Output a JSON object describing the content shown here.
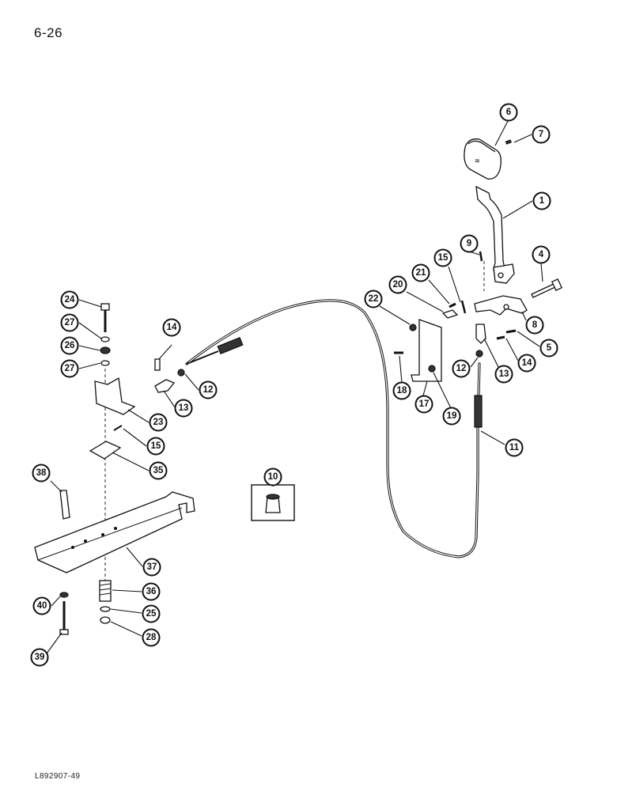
{
  "page": {
    "number": "6-26",
    "figure_code": "L892907-49"
  },
  "callouts": [
    {
      "id": "c6",
      "label": "6"
    },
    {
      "id": "c7",
      "label": "7"
    },
    {
      "id": "c1",
      "label": "1"
    },
    {
      "id": "c9",
      "label": "9"
    },
    {
      "id": "c4",
      "label": "4"
    },
    {
      "id": "c15a",
      "label": "15"
    },
    {
      "id": "c21",
      "label": "21"
    },
    {
      "id": "c20",
      "label": "20"
    },
    {
      "id": "c22",
      "label": "22"
    },
    {
      "id": "c8",
      "label": "8"
    },
    {
      "id": "c5",
      "label": "5"
    },
    {
      "id": "c14a",
      "label": "14"
    },
    {
      "id": "c13a",
      "label": "13"
    },
    {
      "id": "c12a",
      "label": "12"
    },
    {
      "id": "c18",
      "label": "18"
    },
    {
      "id": "c17",
      "label": "17"
    },
    {
      "id": "c19",
      "label": "19"
    },
    {
      "id": "c11",
      "label": "11"
    },
    {
      "id": "c24",
      "label": "24"
    },
    {
      "id": "c27a",
      "label": "27"
    },
    {
      "id": "c26",
      "label": "26"
    },
    {
      "id": "c27b",
      "label": "27"
    },
    {
      "id": "c14b",
      "label": "14"
    },
    {
      "id": "c12b",
      "label": "12"
    },
    {
      "id": "c13b",
      "label": "13"
    },
    {
      "id": "c23",
      "label": "23"
    },
    {
      "id": "c15b",
      "label": "15"
    },
    {
      "id": "c35",
      "label": "35"
    },
    {
      "id": "c38",
      "label": "38"
    },
    {
      "id": "c10",
      "label": "10"
    },
    {
      "id": "c37",
      "label": "37"
    },
    {
      "id": "c36",
      "label": "36"
    },
    {
      "id": "c40",
      "label": "40"
    },
    {
      "id": "c25",
      "label": "25"
    },
    {
      "id": "c28",
      "label": "28"
    },
    {
      "id": "c39",
      "label": "39"
    }
  ]
}
